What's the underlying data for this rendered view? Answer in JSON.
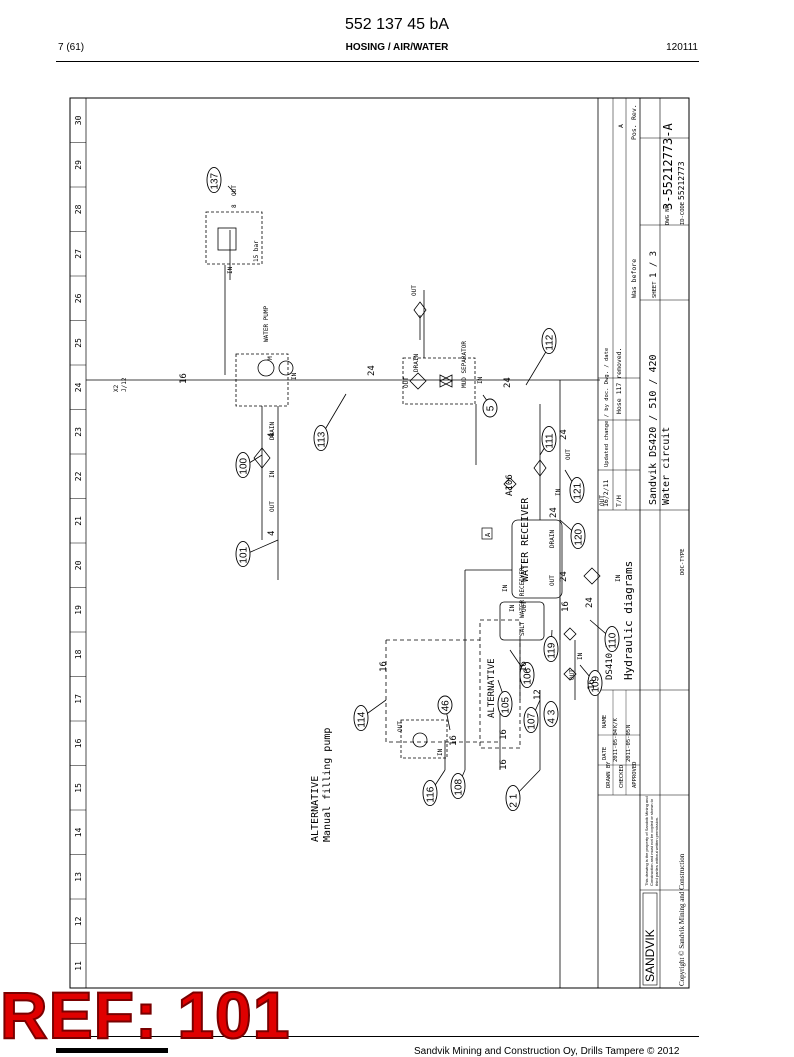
{
  "header": {
    "doc_number": "552 137 45 bA",
    "page": "7 (61)",
    "section": "HOSING / AIR/WATER",
    "date": "120111"
  },
  "footer": {
    "text": "Sandvik Mining and Construction Oy, Drills Tampere © 2012"
  },
  "watermark": {
    "label": "REF: 101"
  },
  "grid": [
    "11",
    "12",
    "13",
    "14",
    "15",
    "16",
    "17",
    "18",
    "19",
    "20",
    "21",
    "22",
    "23",
    "24",
    "25",
    "26",
    "27",
    "28",
    "29",
    "30"
  ],
  "callouts": {
    "c137": "137",
    "c112": "112",
    "c113": "113",
    "c5": "5",
    "c100": "100",
    "c101": "101",
    "c111": "111",
    "c121": "121",
    "c120": "120",
    "c110": "110",
    "c106": "106",
    "c119": "119",
    "c109": "109",
    "c105": "105",
    "c107": "107",
    "c43": "4 3",
    "c46": "46",
    "c114": "114",
    "c116": "116",
    "c108": "108",
    "c21": "2 1"
  },
  "labels": {
    "water_pump": "WATER PUMP",
    "mud_separator": "MUD SEPARATOR",
    "water_receiver": "WATER RECEIVER",
    "salt_water_receiver": "SALT WATER RECEIVER",
    "alternative": "ALTERNATIVE",
    "manual_title": "ALTERNATIVE",
    "manual_sub": "Manual filling pump",
    "bar15": "15 bar",
    "a106": "A106",
    "box_a": "A",
    "x2": "X2",
    "j12": "J/12",
    "drain": "DRAIN",
    "out": "OUT",
    "in": "IN",
    "m": "M",
    "h16": "16",
    "h24": "24",
    "h4": "4",
    "h12": "12",
    "h8": "8"
  },
  "title_block": {
    "company": "SANDVIK",
    "copyright": "Copyright © Sandvik Mining and Construction",
    "title1": "Hydraulic diagrams",
    "title2": "DS410 510",
    "subtitle": "Sandvik DS420 / 510 / 420",
    "subtitle2": "Water circuit",
    "drawn_by": "DRAWN BY",
    "checked": "CHECKED",
    "approved": "APPROVED",
    "date_lbl": "DATE",
    "name_lbl": "NAME",
    "drawn_date": "2011-05-04",
    "drawn_name": "K/K",
    "checked_date": "2011-05-05",
    "checked_name": "N",
    "rev_date": "16/2/11",
    "rev_who": "T/H",
    "rev_text": "Updated change / by doc. Dwg. / date",
    "rev_note": "Hose 117 removed.",
    "was_before": "Was before",
    "pos": "Pos.",
    "rev": "Rev.",
    "rev_a": "A",
    "sheet": "SHEET",
    "sheet_no": "1 / 3",
    "dwg_lbl": "DWG NR",
    "dwg_no": "3-55212773-A",
    "id_code": "ID-CODE",
    "id_no": "55212773",
    "doc_code": "DOC-TYPE",
    "disclaimer": "This drawing is the property of Sandvik Mining and Construction and must not be copied or shown to third parties without written permission."
  }
}
